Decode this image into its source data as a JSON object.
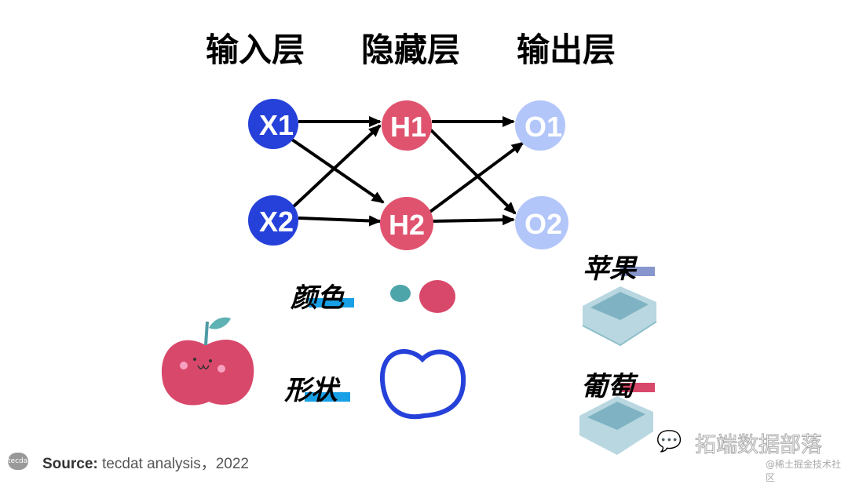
{
  "headers": {
    "input": "输入层",
    "hidden": "隐藏层",
    "output": "输出层"
  },
  "nodes": {
    "x1": "X1",
    "x2": "X2",
    "h1": "H1",
    "h2": "H2",
    "o1": "O1",
    "o2": "O2"
  },
  "features": {
    "color": "颜色",
    "shape": "形状"
  },
  "classes": {
    "apple": "苹果",
    "grape": "葡萄"
  },
  "colors": {
    "input": "#2541d9",
    "hidden": "#e0536f",
    "output": "#b3c6fa"
  },
  "footer": {
    "logo": "tecdat",
    "source_label": "Source:",
    "source_text": " tecdat analysis，2022"
  },
  "watermark": {
    "main": "拓端数据部落",
    "sub": "@稀土掘金技术社区"
  }
}
